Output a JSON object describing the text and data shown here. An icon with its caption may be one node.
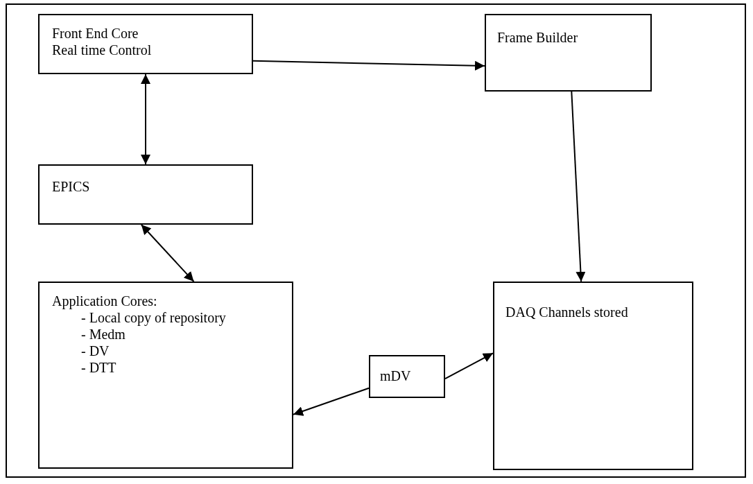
{
  "diagram": {
    "nodes": [
      {
        "text": [
          "Front End Core",
          "Real time Control"
        ]
      },
      {
        "text": [
          "Frame Builder"
        ]
      },
      {
        "text": [
          "EPICS"
        ]
      },
      {
        "text": [
          "Application Cores:",
          "- Local copy of repository",
          "- Medm",
          "- DV",
          "- DTT"
        ]
      },
      {
        "text": [
          "mDV"
        ]
      },
      {
        "text": [
          "DAQ Channels stored"
        ]
      }
    ],
    "edges": [
      {
        "from": 0,
        "to": 1,
        "arrow": "to"
      },
      {
        "from": 0,
        "to": 2,
        "arrow": "both"
      },
      {
        "from": 2,
        "to": 3,
        "arrow": "both"
      },
      {
        "from": 1,
        "to": 5,
        "arrow": "to"
      },
      {
        "from": 4,
        "to": 5,
        "arrow": "to"
      },
      {
        "from": 4,
        "to": 3,
        "arrow": "to"
      }
    ]
  }
}
